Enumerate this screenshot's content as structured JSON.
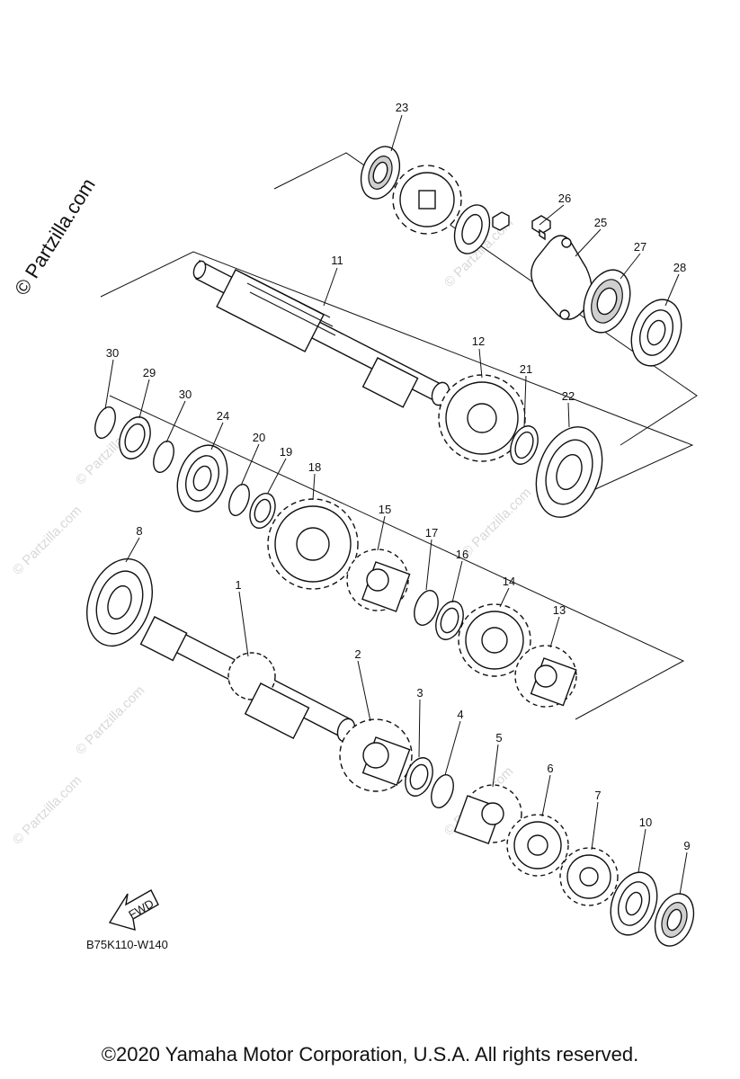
{
  "watermark": {
    "brand": "© Partzilla.com",
    "faint": "© Partzilla.com"
  },
  "diagram": {
    "code": "B75K110-W140",
    "fwd_label": "FWD",
    "callouts": [
      "1",
      "2",
      "3",
      "4",
      "5",
      "6",
      "7",
      "8",
      "9",
      "10",
      "11",
      "12",
      "13",
      "14",
      "15",
      "16",
      "17",
      "18",
      "19",
      "20",
      "21",
      "22",
      "23",
      "24",
      "25",
      "26",
      "27",
      "28",
      "29",
      "30",
      "30"
    ]
  },
  "footer": {
    "copyright": "©2020 Yamaha Motor Corporation, U.S.A. All rights reserved."
  }
}
